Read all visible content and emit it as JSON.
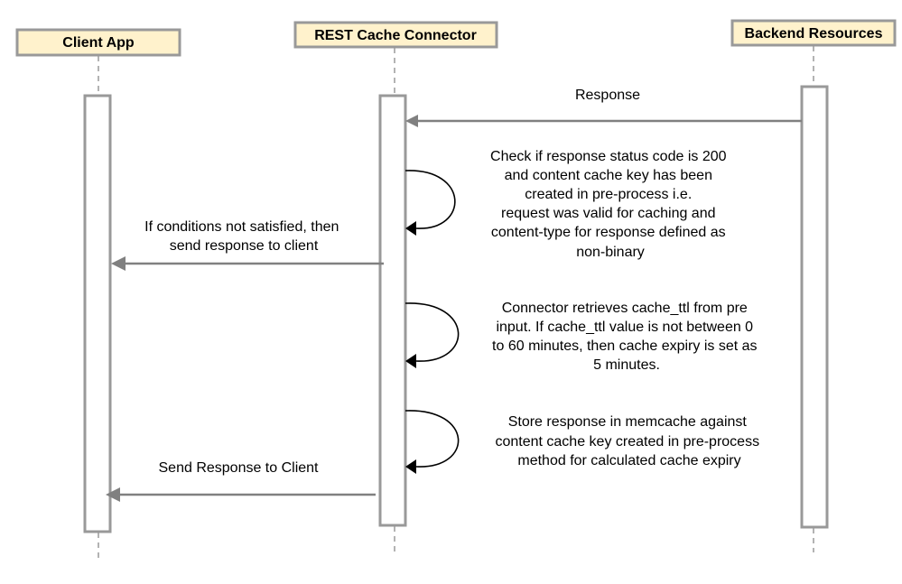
{
  "participants": {
    "client": "Client App",
    "connector": "REST Cache Connector",
    "backend": "Backend Resources"
  },
  "messages": {
    "response": "Response",
    "check": [
      "Check if response status code is 200",
      "and content cache key has been",
      "created in pre-process i.e.",
      "request was valid for caching and",
      "content-type for response defined as",
      "non-binary"
    ],
    "not_satisfied": [
      "If conditions not satisfied, then",
      "send response to client"
    ],
    "ttl": [
      "Connector retrieves cache_ttl from pre",
      "input. If cache_ttl value is not between 0",
      "to 60 minutes, then cache expiry is set as",
      "5 minutes."
    ],
    "store": [
      "Store response in memcache against",
      "content cache key created in pre-process",
      "method for calculated cache expiry"
    ],
    "send_response": "Send Response to Client"
  },
  "colors": {
    "actor_fill": "#fff2cc",
    "border": "#999999",
    "arrow": "#808080",
    "self_arrow": "#000000"
  }
}
